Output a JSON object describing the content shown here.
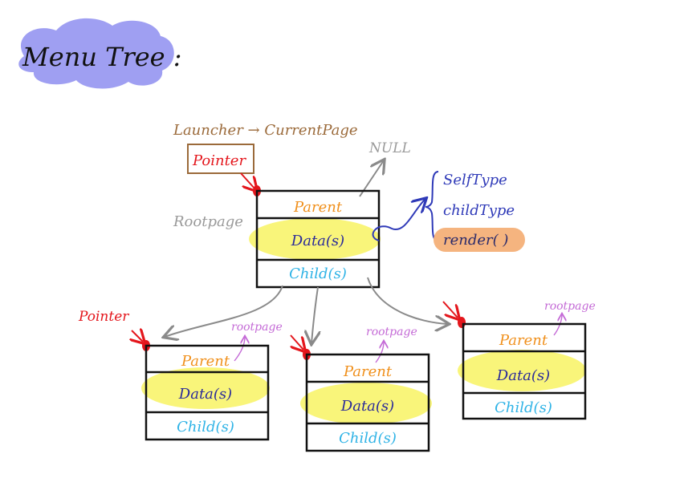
{
  "title": "Menu Tree :",
  "launcher_label": "Launcher → CurrentPage",
  "root_pointer_label": "Pointer",
  "null_label": "NULL",
  "rootpage_label": "Rootpage",
  "side_list": {
    "items": [
      "SelfType",
      "childType",
      "render( )"
    ]
  },
  "root_node": {
    "parent": "Parent",
    "data": "Data(s)",
    "child": "Child(s)"
  },
  "children": [
    {
      "pointer": "Pointer",
      "rootpage": "rootpage",
      "parent": "Parent",
      "data": "Data(s)",
      "child": "Child(s)"
    },
    {
      "pointer": "",
      "rootpage": "rootpage",
      "parent": "Parent",
      "data": "Data(s)",
      "child": "Child(s)"
    },
    {
      "pointer": "",
      "rootpage": "rootpage",
      "parent": "Parent",
      "data": "Data(s)",
      "child": "Child(s)"
    }
  ],
  "colors": {
    "title_cloud": "#9f9ff2",
    "highlight_yellow": "#f9f57a",
    "highlight_orange": "#f5b47f",
    "parent_text": "#f0901c",
    "data_text": "#2a2a9a",
    "child_text": "#2fb3e6",
    "pointer_red": "#e4161c",
    "brown": "#9b6a3a",
    "gray": "#9a9a9a",
    "blue_list": "#2f3ab8",
    "purple": "#c46ad6"
  }
}
